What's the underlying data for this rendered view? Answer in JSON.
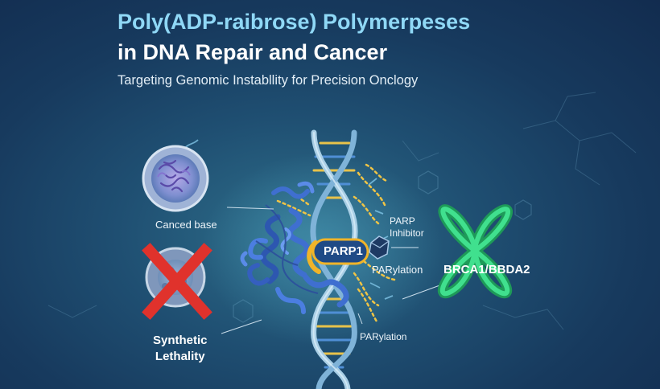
{
  "header": {
    "title_line1": "Poly(ADP-raibrose) Polymerpeses",
    "title_line2": "in DNA Repair and Cancer",
    "subtitle": "Targeting Genomic Instabllity for Precision Onclogy"
  },
  "labels": {
    "cancer_cell": "Canced base",
    "synthetic_line1": "Synthetic",
    "synthetic_line2": "Lethality",
    "parp_inhibitor_line1": "PARP",
    "parp_inhibitor_line2": "Inhibitor",
    "parylation_upper": "PARylation",
    "parylation_lower": "PARylation",
    "parp1": "PARP1",
    "brca": "BRCA1/BBDA2"
  },
  "colors": {
    "title_accent": "#8fd8f6",
    "protein_blue": "#3f6fd0",
    "parp1_ring": "#f0b429",
    "brca_green": "#2fd07a",
    "cross_red": "#e0322c",
    "dna_strand": "#a9cfe6"
  }
}
